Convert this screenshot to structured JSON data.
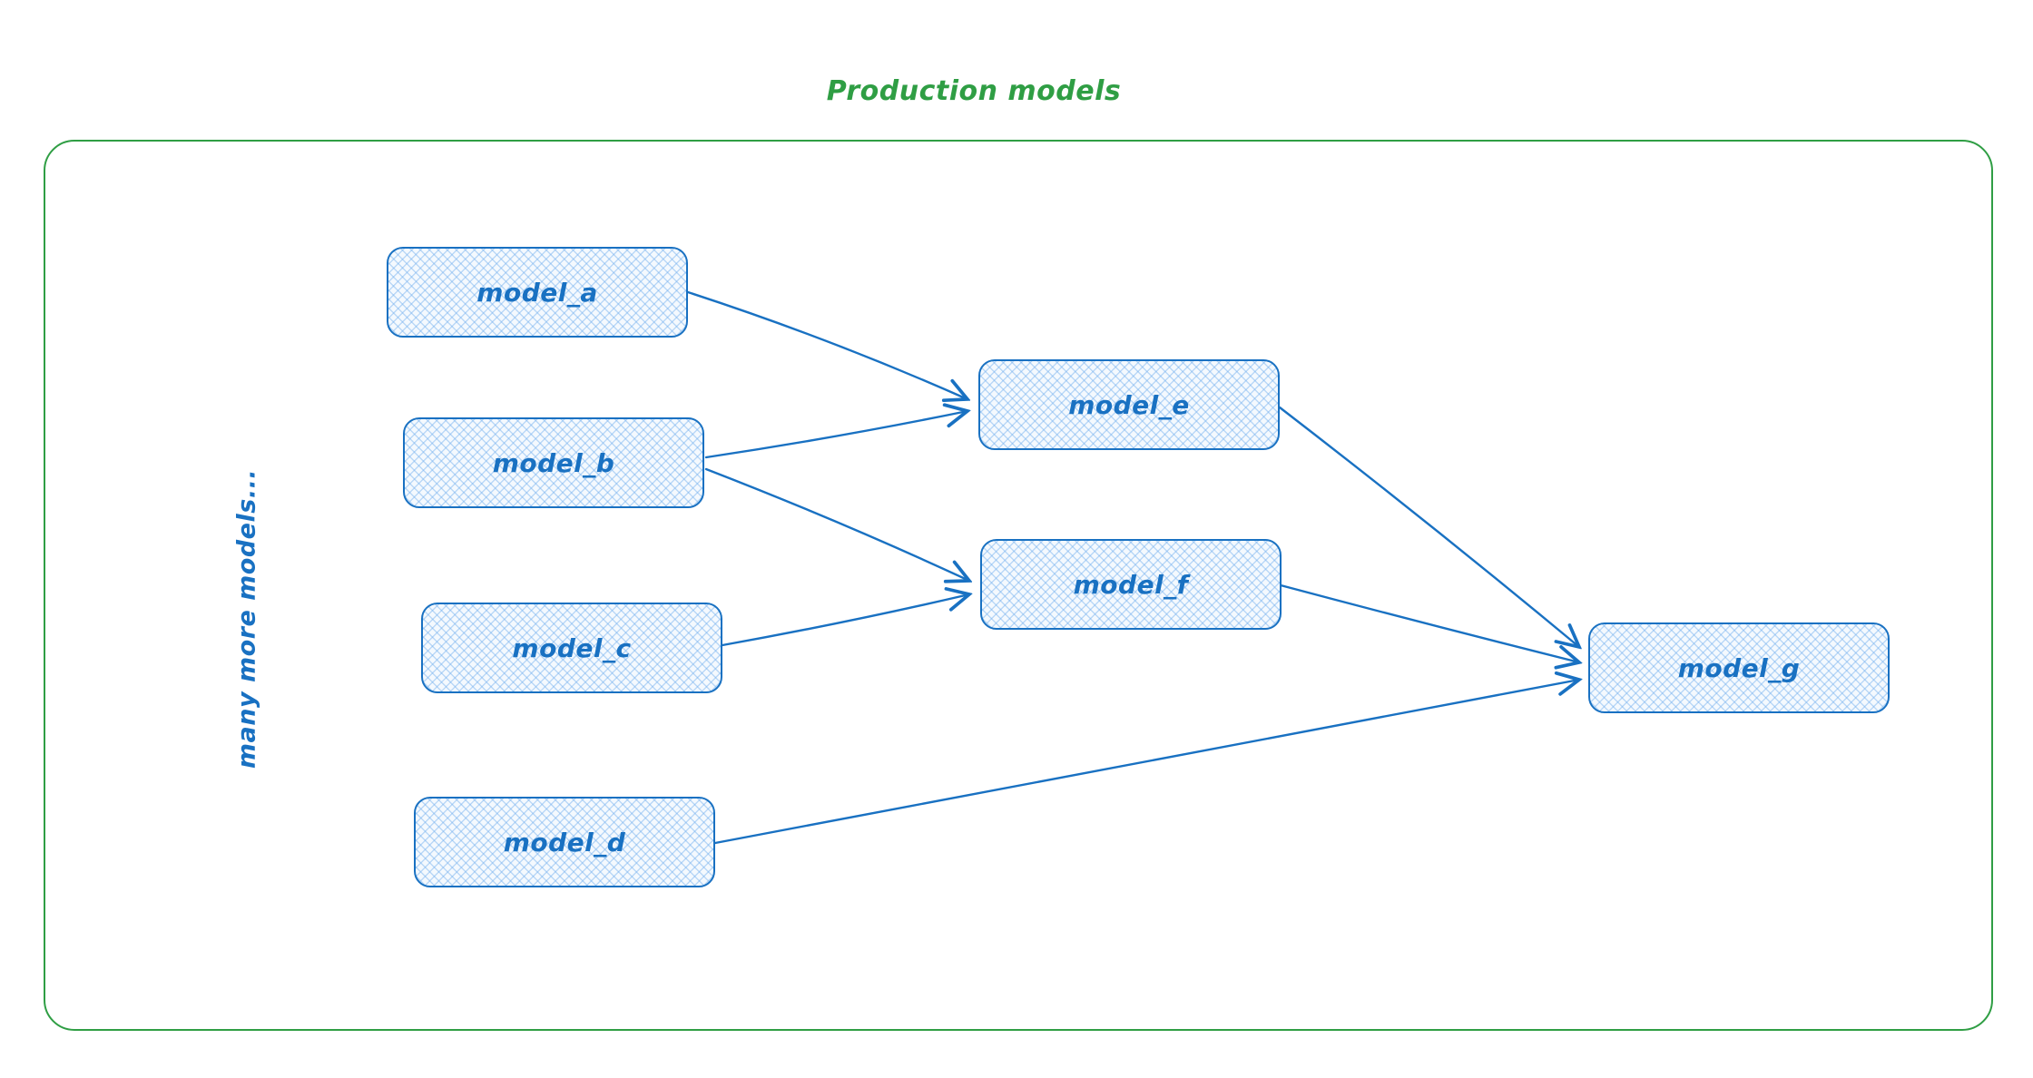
{
  "diagram": {
    "title": "Production models",
    "side_label": "many more models...",
    "colors": {
      "frame_green": "#2f9e44",
      "node_blue": "#1971c2",
      "node_fill": "#f4f9fe"
    },
    "nodes": [
      {
        "id": "model_a",
        "label": "model_a"
      },
      {
        "id": "model_b",
        "label": "model_b"
      },
      {
        "id": "model_c",
        "label": "model_c"
      },
      {
        "id": "model_d",
        "label": "model_d"
      },
      {
        "id": "model_e",
        "label": "model_e"
      },
      {
        "id": "model_f",
        "label": "model_f"
      },
      {
        "id": "model_g",
        "label": "model_g"
      }
    ],
    "edges": [
      {
        "from": "model_a",
        "to": "model_e"
      },
      {
        "from": "model_b",
        "to": "model_e"
      },
      {
        "from": "model_b",
        "to": "model_f"
      },
      {
        "from": "model_c",
        "to": "model_f"
      },
      {
        "from": "model_e",
        "to": "model_g"
      },
      {
        "from": "model_f",
        "to": "model_g"
      },
      {
        "from": "model_d",
        "to": "model_g"
      }
    ]
  }
}
